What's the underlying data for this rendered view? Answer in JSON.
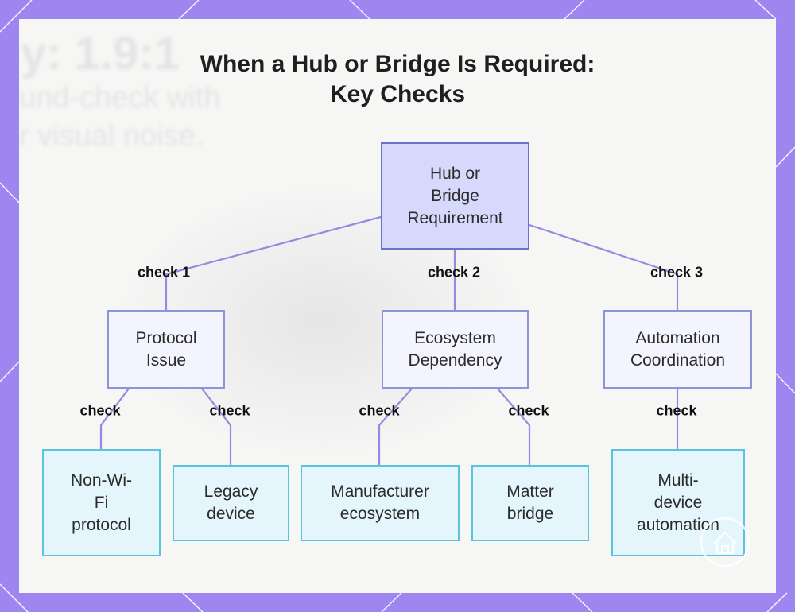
{
  "title": {
    "line1": "When a Hub or Bridge Is Required:",
    "line2": "Key Checks"
  },
  "background_text": {
    "line1": "y: 1.9:1",
    "line2": "und-check with",
    "line3": "r visual noise."
  },
  "nodes": {
    "root": "Hub or\nBridge\nRequirement",
    "protocol_issue": "Protocol\nIssue",
    "ecosystem_dependency": "Ecosystem\nDependency",
    "automation_coordination": "Automation\nCoordination",
    "non_wifi_protocol": "Non-Wi-\nFi\nprotocol",
    "legacy_device": "Legacy\ndevice",
    "manufacturer_ecosystem": "Manufacturer\necosystem",
    "matter_bridge": "Matter\nbridge",
    "multi_device_automation": "Multi-\ndevice\nautomation"
  },
  "edge_labels": {
    "check1": "check 1",
    "check2": "check 2",
    "check3": "check 3",
    "check_a": "check",
    "check_b": "check",
    "check_c": "check",
    "check_d": "check",
    "check_e": "check"
  },
  "colors": {
    "frame": "#9d86f0",
    "edge": "#9b86e0",
    "root_fill": "#d6d9fb",
    "mid_fill": "#f3f4fd",
    "leaf_fill": "#e4f6fb",
    "leaf_border": "#5cc3dc"
  },
  "icons": [
    "house-logo-icon"
  ]
}
